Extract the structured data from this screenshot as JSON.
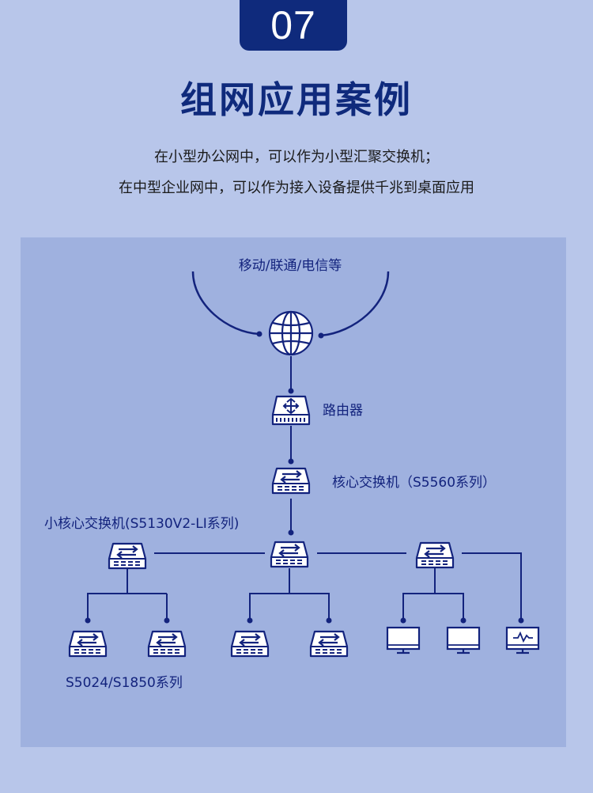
{
  "badge": "07",
  "title": "组网应用案例",
  "subtitle_lines": [
    "在小型办公网中，可以作为小型汇聚交换机；",
    "在中型企业网中，可以作为接入设备提供千兆到桌面应用"
  ],
  "diagram": {
    "isp_label": "移动/联通/电信等",
    "router_label": "路由器",
    "core_label": "核心交换机（S5560系列）",
    "small_core_label": "小核心交换机(S5130V2-LI系列)",
    "access_label": "S5024/S1850系列"
  },
  "colors": {
    "background": "#b8c6ea",
    "panel": "#9fb1df",
    "navy": "#0f2a7c",
    "line": "#13237d",
    "icon_fill": "#ffffff"
  }
}
